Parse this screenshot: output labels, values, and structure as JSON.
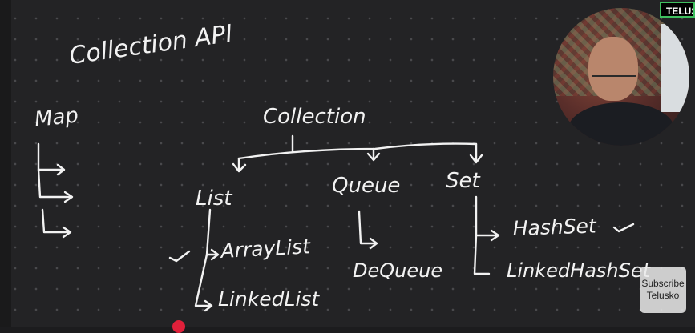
{
  "board": {
    "title": "Collection API",
    "map_label": "Map",
    "root_label": "Collection",
    "list_label": "List",
    "queue_label": "Queue",
    "set_label": "Set",
    "arraylist_label": "ArrayList",
    "linkedlist_label": "LinkedList",
    "dequeue_label": "DeQueue",
    "hashset_label": "HashSet",
    "linkedhashset_label": "LinkedHashSet"
  },
  "overlay": {
    "brand": "TELUSKO",
    "subscribe_line1": "Subscribe",
    "subscribe_line2": "Telusko"
  },
  "colors": {
    "board": "#232325",
    "ink": "#f2f2f2",
    "brand_border": "#3fbf5f",
    "cursor": "#e0203a"
  },
  "icons": {
    "checkmark": "check-icon",
    "arrow": "arrow-right-icon"
  }
}
